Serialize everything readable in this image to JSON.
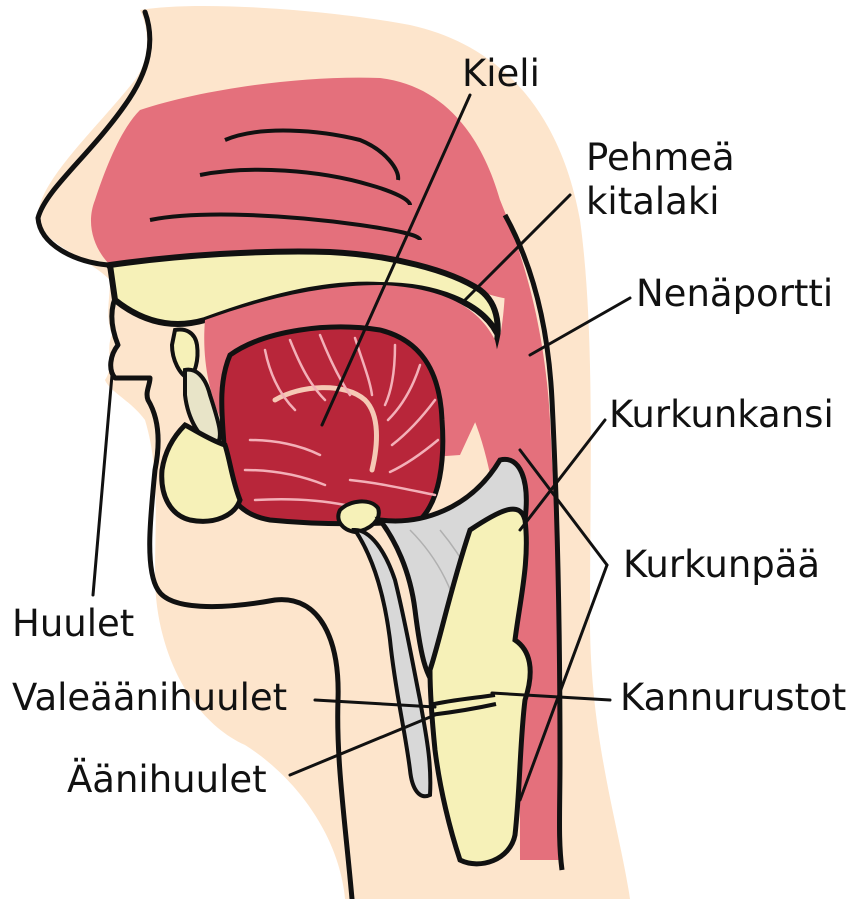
{
  "labels": {
    "kieli": "Kieli",
    "pehmea_line1": "Pehmeä",
    "pehmea_line2": "kitalaki",
    "nenaportti": "Nenäportti",
    "kurkunkansi": "Kurkunkansi",
    "kurkunpaa": "Kurkunpää",
    "huulet": "Huulet",
    "valeaanihuulet": "Valeäänihuulet",
    "kannurustot": "Kannurustot",
    "aanihuulet": "Äänihuulet"
  },
  "colors": {
    "skin": "#fde5cc",
    "nasal_cavity": "#e4707c",
    "tongue": "#b8263a",
    "bone": "#f6f1b8",
    "epiglottis": "#d8d8d8",
    "outline": "#111111"
  }
}
